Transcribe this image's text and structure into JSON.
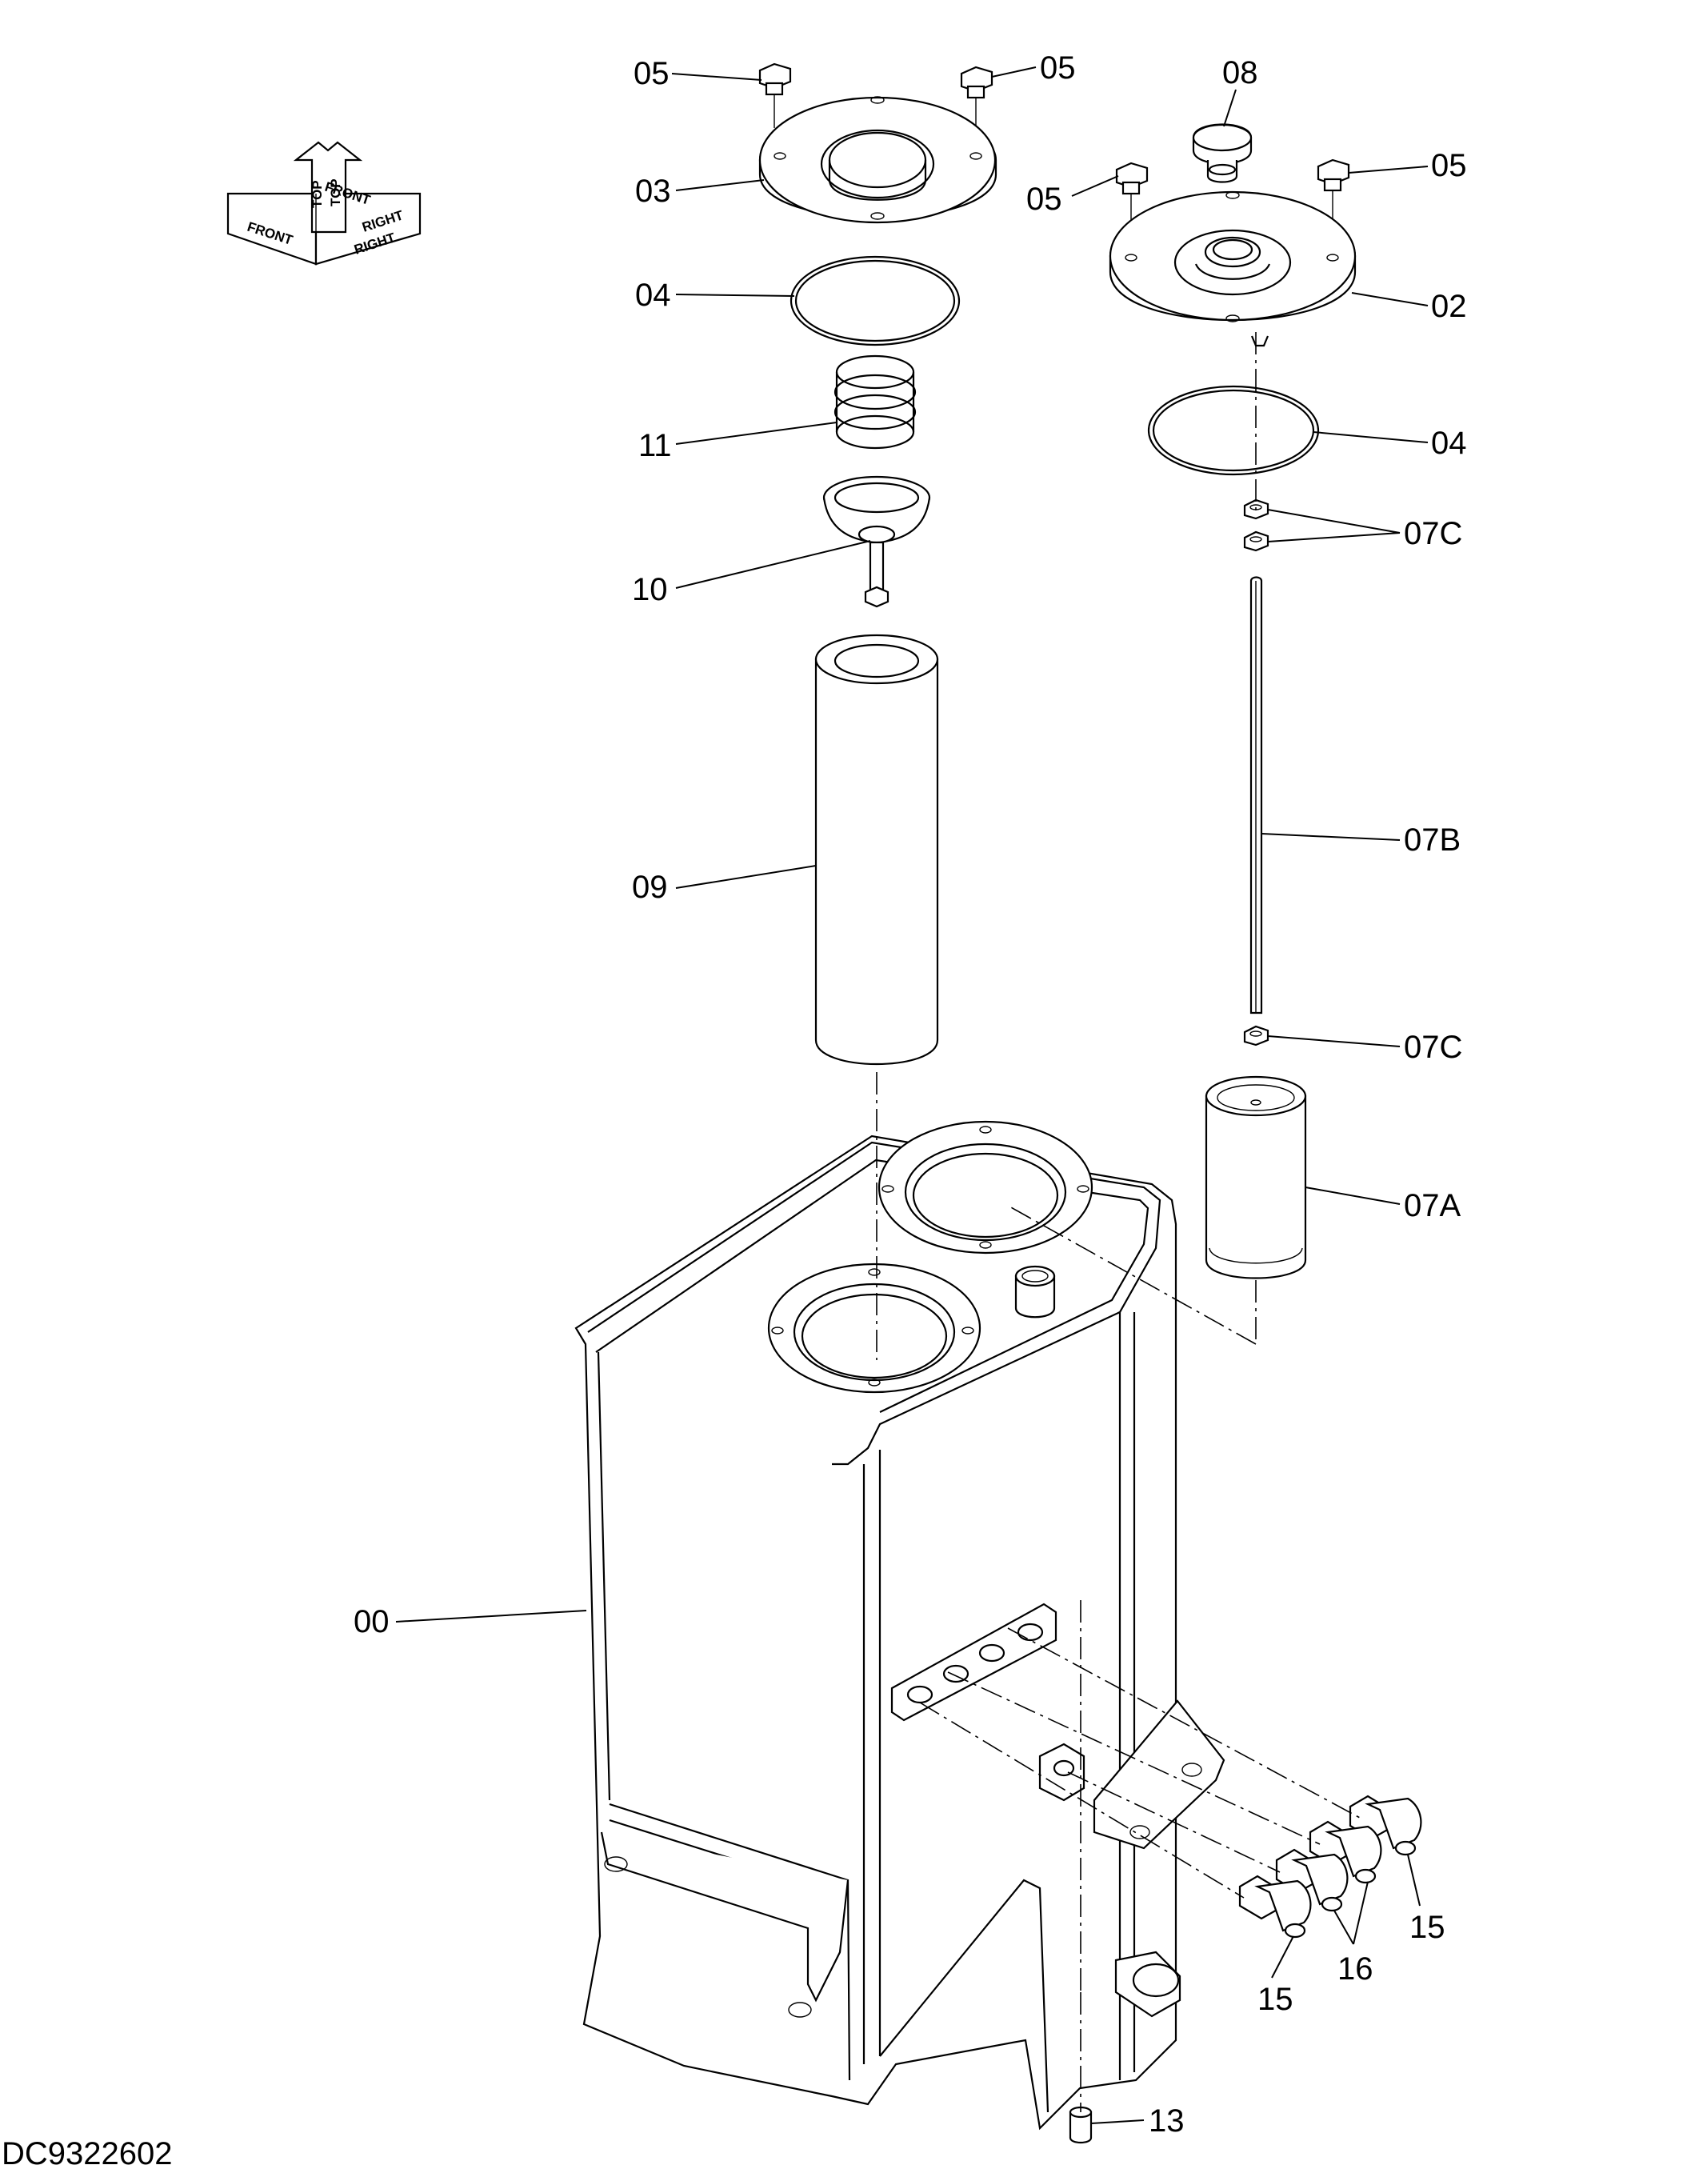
{
  "drawing_id": "DC9322602",
  "orientation_marker": {
    "top": "TOP",
    "front": "FRONT",
    "right": "RIGHT"
  },
  "callouts": {
    "c00": "00",
    "c02": "02",
    "c03": "03",
    "c04a": "04",
    "c04b": "04",
    "c05a": "05",
    "c05b": "05",
    "c05c": "05",
    "c05d": "05",
    "c07a": "07A",
    "c07b": "07B",
    "c07c1": "07C",
    "c07c2": "07C",
    "c08": "08",
    "c09": "09",
    "c10": "10",
    "c11": "11",
    "c13": "13",
    "c15a": "15",
    "c15b": "15",
    "c16": "16"
  }
}
